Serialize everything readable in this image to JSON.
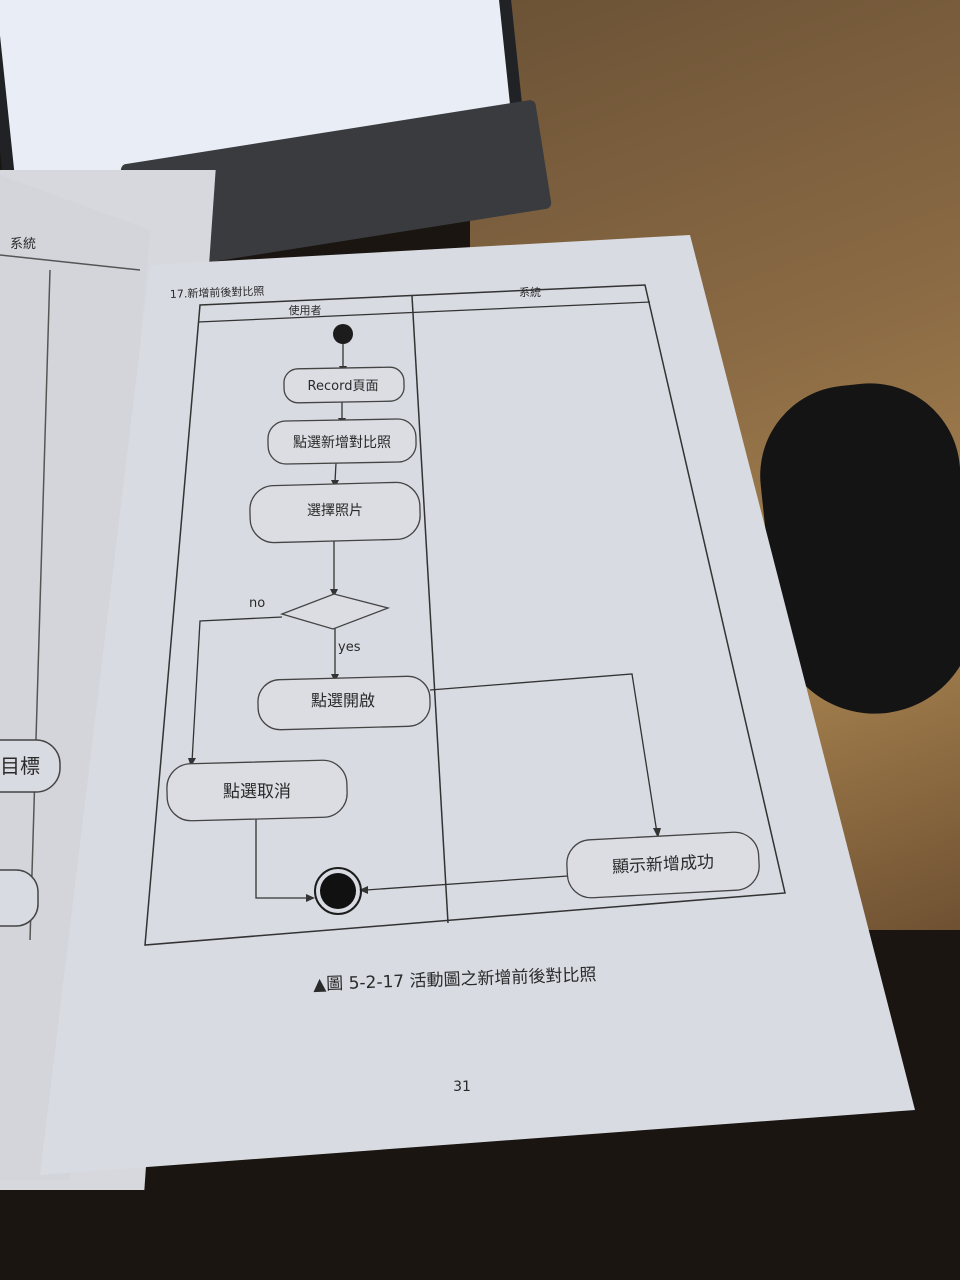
{
  "left_page": {
    "header": "系統",
    "node_label": "目標"
  },
  "diagram": {
    "section_label": "17.新增前後對比照",
    "lanes": {
      "user": "使用者",
      "system": "系統"
    },
    "nodes": {
      "record": "Record頁面",
      "click_add": "點選新增對比照",
      "choose_photo": "選擇照片",
      "click_open": "點選開啟",
      "click_cancel": "點選取消",
      "show_success": "顯示新增成功"
    },
    "guards": {
      "no": "no",
      "yes": "yes"
    }
  },
  "caption": "▲圖  5-2-17 活動圖之新增前後對比照",
  "page_number": "31",
  "colors": {
    "paper": "#d9dbe2",
    "ink": "#2a2a2a",
    "node_fill": "#dcdde3",
    "desk": "#8a6a44"
  }
}
